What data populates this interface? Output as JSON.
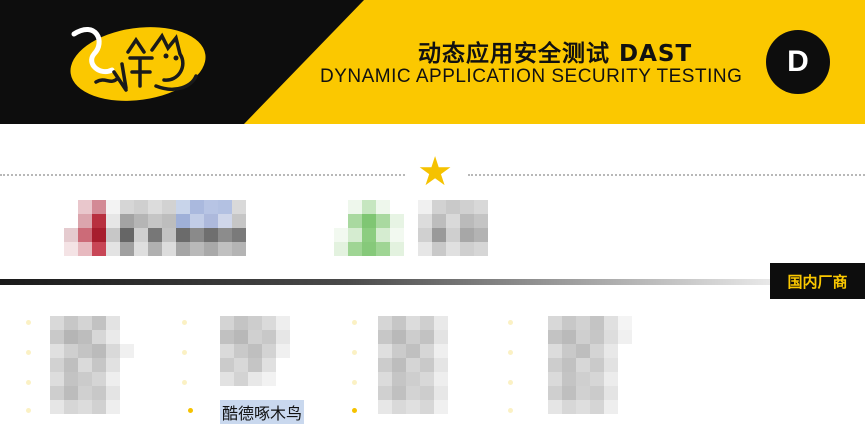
{
  "header": {
    "title_cn": "动态应用安全测试 DAST",
    "title_en": "DYNAMIC APPLICATION  SECURITY TESTING",
    "badge_letter": "D",
    "logo_icon": "cat-logo-icon"
  },
  "divider": {
    "icon": "star-icon"
  },
  "section": {
    "tag": "国内厂商"
  },
  "vendors": {
    "visible_label": "酷德啄木鸟"
  },
  "colors": {
    "accent_yellow": "#fbc800",
    "black": "#0d0d0d",
    "star": "#f5c200"
  }
}
